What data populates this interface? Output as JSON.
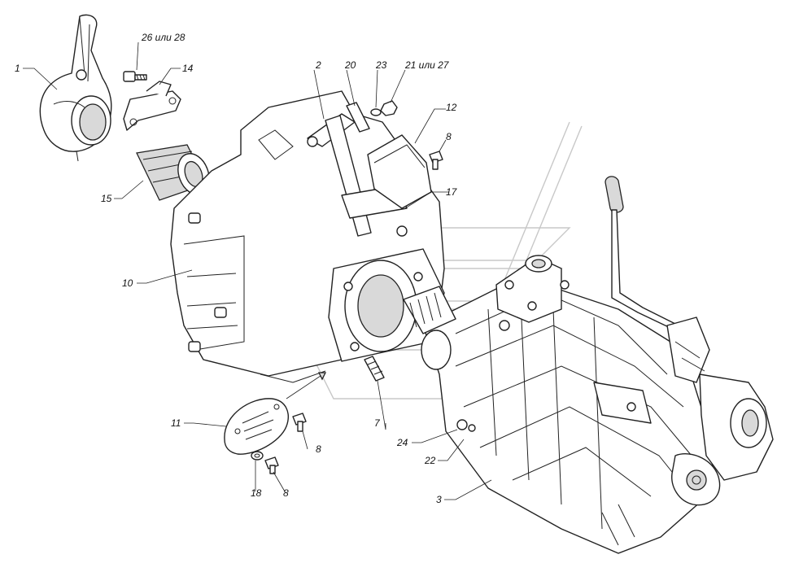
{
  "callouts": [
    {
      "id": "c1",
      "text": "1"
    },
    {
      "id": "c26",
      "text": "26 или 28"
    },
    {
      "id": "c14",
      "text": "14"
    },
    {
      "id": "c2",
      "text": "2"
    },
    {
      "id": "c20",
      "text": "20"
    },
    {
      "id": "c23",
      "text": "23"
    },
    {
      "id": "c21",
      "text": "21 или 27"
    },
    {
      "id": "c12",
      "text": "12"
    },
    {
      "id": "c8a",
      "text": "8"
    },
    {
      "id": "c17",
      "text": "17"
    },
    {
      "id": "c15",
      "text": "15"
    },
    {
      "id": "c10",
      "text": "10"
    },
    {
      "id": "c11",
      "text": "11"
    },
    {
      "id": "c8b",
      "text": "8"
    },
    {
      "id": "c7",
      "text": "7"
    },
    {
      "id": "c24",
      "text": "24"
    },
    {
      "id": "c22",
      "text": "22"
    },
    {
      "id": "c3",
      "text": "3"
    },
    {
      "id": "c18",
      "text": "18"
    },
    {
      "id": "c8c",
      "text": "8"
    }
  ]
}
